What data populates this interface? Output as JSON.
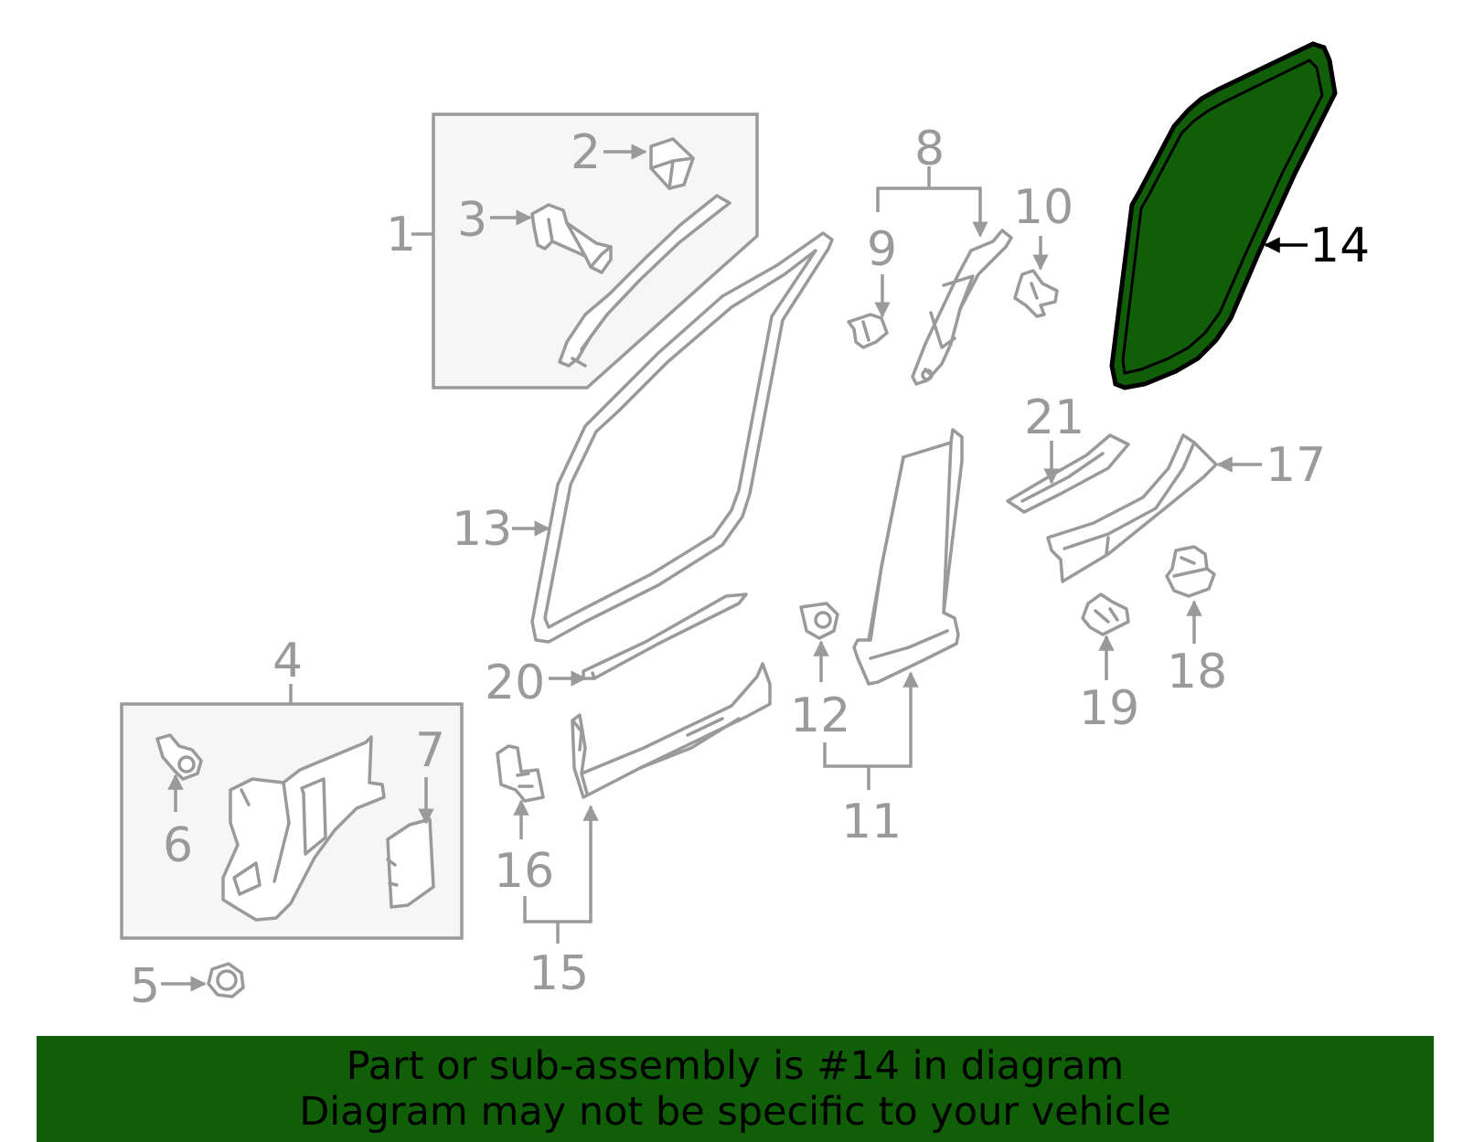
{
  "diagram": {
    "highlight_color": "#115e08",
    "line_color": "#9a9a9a",
    "highlighted_part": "14",
    "callouts": {
      "c1": "1",
      "c2": "2",
      "c3": "3",
      "c4": "4",
      "c5": "5",
      "c6": "6",
      "c7": "7",
      "c8": "8",
      "c9": "9",
      "c10": "10",
      "c11": "11",
      "c12": "12",
      "c13": "13",
      "c14": "14",
      "c15": "15",
      "c16": "16",
      "c17": "17",
      "c18": "18",
      "c19": "19",
      "c20": "20",
      "c21": "21"
    }
  },
  "banner": {
    "background": "#115e08",
    "line1": "Part or sub-assembly is #14 in diagram",
    "line2": "Diagram may not be specific to your vehicle"
  }
}
